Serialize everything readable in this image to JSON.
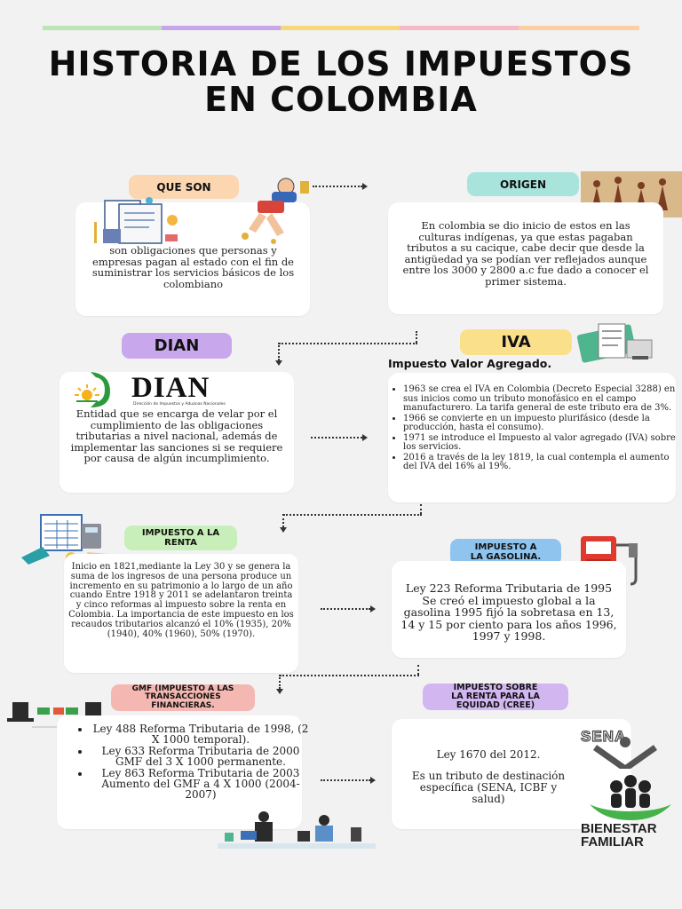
{
  "title": {
    "line1": "HISTORIA DE LOS IMPUESTOS",
    "line2": "EN COLOMBIA"
  },
  "colors": {
    "bar": [
      "#b9e6b3",
      "#c6a6e8",
      "#f6d77a",
      "#f6b9c9",
      "#f9cfa3"
    ],
    "pill_peach": "#fbd6b0",
    "pill_teal": "#a9e4dc",
    "pill_purple": "#c9a7ec",
    "pill_yellow": "#fbe08c",
    "pill_green": "#c8efb9",
    "pill_blue": "#8fc4ee",
    "pill_pink": "#f4b7b1",
    "pill_lavender": "#d2b6ef"
  },
  "que_son": {
    "label": "QUE SON",
    "text": "son obligaciones que personas y empresas pagan al estado con el fin de suministrar los servicios básicos de los colombiano"
  },
  "origen": {
    "label": "ORIGEN",
    "text": "En colombia se dio inicio de estos en las culturas indígenas, ya que estas pagaban tributos a su cacique, cabe decir que desde la antigüedad ya se podían ver reflejados aunque entre los 3000 y 2800 a.c fue dado a conocer el primer sistema."
  },
  "dian": {
    "label": "DIAN",
    "logo_text": "DIAN",
    "logo_sub": "Dirección de Impuestos y Aduanas Nacionales",
    "text": "Entidad que se encarga de velar por el cumplimiento de las obligaciones tributarias a nivel nacional, además de implementar las sanciones si se requiere por causa de algún incumplimiento."
  },
  "iva": {
    "label": "IVA",
    "subtitle": "Impuesto Valor Agregado.",
    "items": [
      "1963 se crea el IVA en Colombia (Decreto Especial 3288) en sus inicios como un tributo monofásico en el campo manufacturero. La tarifa general de este tributo era de 3%.",
      "1966 se convierte en un impuesto plurifásico (desde la producción, hasta el consumo).",
      "1971 se introduce el Impuesto al valor agregado (IVA) sobre los servicios.",
      "2016 a través de la ley 1819, la cual contempla el aumento del IVA del 16% al 19%."
    ]
  },
  "renta": {
    "label_line1": "IMPUESTO A LA",
    "label_line2": "RENTA",
    "text": "Inicio en 1821,mediante la Ley 30 y se genera la suma de los ingresos de una persona produce un incremento en su patrimonio a lo largo de un año cuando Entre 1918 y 2011 se adelantaron treinta y cinco reformas al impuesto sobre la renta en Colombia. La importancia de este impuesto en los recaudos tributarios alcanzó el 10% (1935), 20% (1940), 40% (1960), 50% (1970)."
  },
  "gasolina": {
    "label_line1": "IMPUESTO A",
    "label_line2": "LA GASOLINA.",
    "text": "Ley 223 Reforma Tributaria de 1995 Se creó el impuesto global a la gasolina 1995 fijó la sobretasa en 13, 14 y 15 por ciento para los años 1996, 1997 y 1998."
  },
  "gmf": {
    "label_line1": "GMF (IMPUESTO A LAS",
    "label_line2": "TRANSACCIONES",
    "label_line3": "FINANCIERAS.",
    "items": [
      "Ley 488 Reforma Tributaria de 1998, (2 X 1000 temporal).",
      "Ley 633 Reforma Tributaria de 2000 GMF del 3 X 1000 permanente.",
      "Ley 863 Reforma Tributaria de 2003 Aumento del GMF a 4 X 1000 (2004-2007)"
    ]
  },
  "cree": {
    "label_line1": "IMPUESTO SOBRE",
    "label_line2": "LA RENTA PARA LA",
    "label_line3": "EQUIDAD (CREE)",
    "line1": "Ley 1670 del 2012.",
    "line2": "Es un tributo de destinación específica (SENA, ICBF y salud)",
    "sena_logo": "SENA",
    "bienestar_line1": "BIENESTAR",
    "bienestar_line2": "FAMILIAR"
  }
}
